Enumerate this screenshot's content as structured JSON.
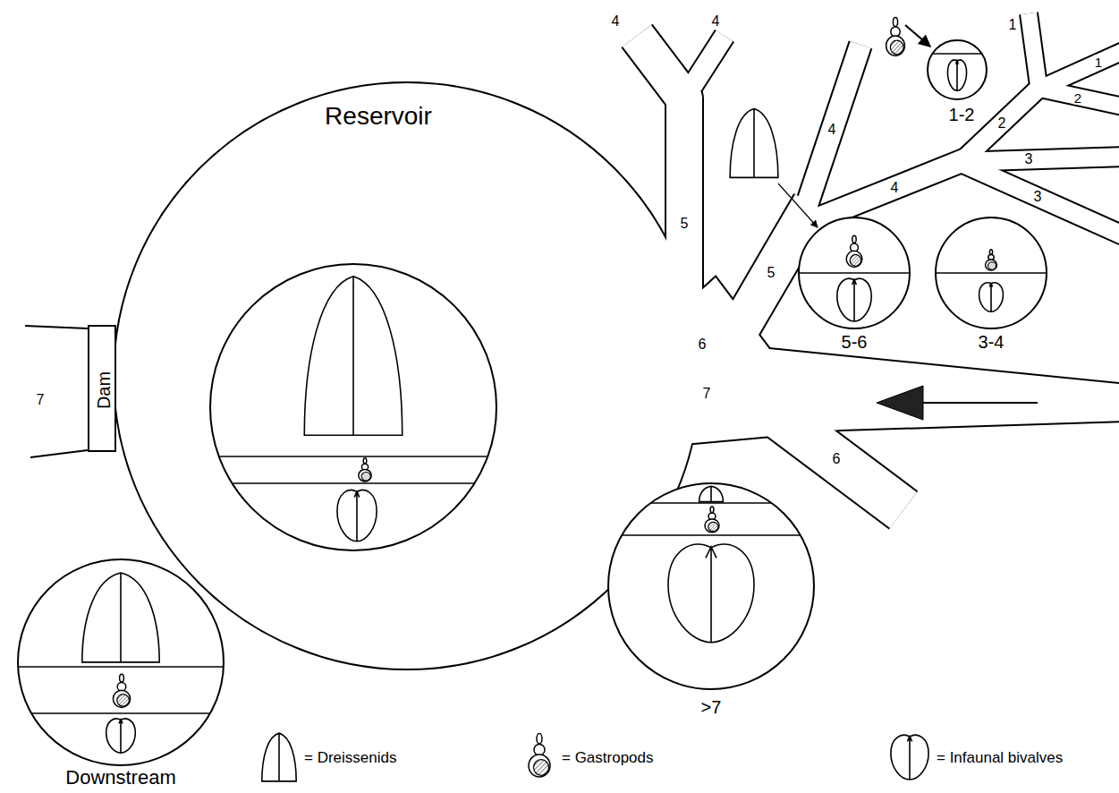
{
  "diagram": {
    "nodes": [
      {
        "text": [
          "Reservoir"
        ]
      },
      {
        "text": [
          "1-2"
        ]
      },
      {
        "text": [
          "5-6"
        ]
      },
      {
        "text": [
          "3-4"
        ]
      },
      {
        "text": [
          "Dam"
        ]
      },
      {
        "text": [
          ">7"
        ]
      },
      {
        "text": [
          "Downstream"
        ]
      }
    ],
    "labels": [
      "4",
      "4",
      "1",
      "2",
      "1",
      "2",
      "3",
      "3",
      "4",
      "4",
      "5",
      "5",
      "6",
      "7",
      "6",
      "7"
    ],
    "legend": [
      {
        "text": "= Dreissenids"
      },
      {
        "text": "= Gastropods"
      },
      {
        "text": "= Infaunal bivalves"
      }
    ]
  }
}
